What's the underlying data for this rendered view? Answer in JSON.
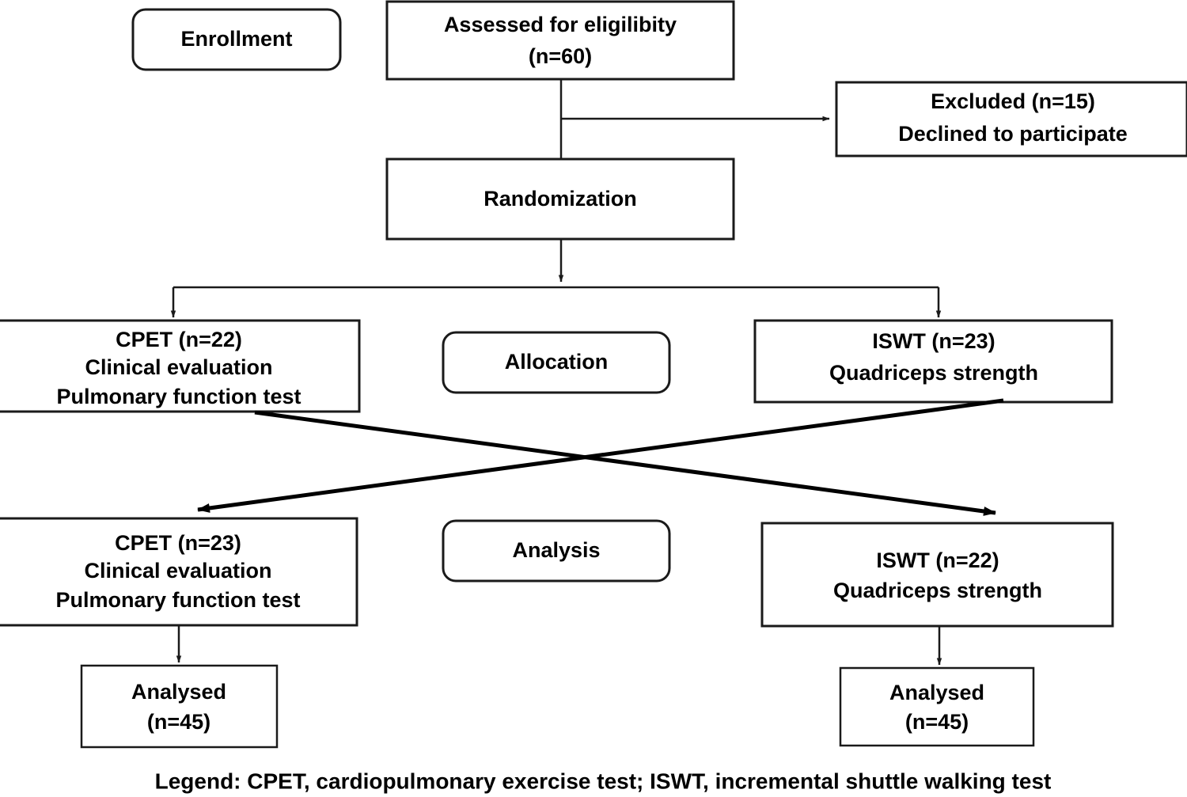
{
  "diagram": {
    "type": "consort-flow-diagram",
    "title": "CONSORT participant flow diagram",
    "colors": {
      "box_fill": "#ffffff",
      "box_stroke": "#1a1a1a",
      "text": "#000000",
      "background": "#ffffff"
    },
    "stages": [
      {
        "id": "enrollment",
        "label": "Enrollment"
      },
      {
        "id": "allocation",
        "label": "Allocation"
      },
      {
        "id": "analysis",
        "label": "Analysis"
      }
    ],
    "nodes": [
      {
        "id": "assessed",
        "lines": [
          "Assessed for eligilibity",
          "(n=60)"
        ],
        "n": 60
      },
      {
        "id": "excluded",
        "lines": [
          "Excluded (n=15)",
          "Declined to participate"
        ],
        "n": 15
      },
      {
        "id": "randomization",
        "lines": [
          "Randomization"
        ]
      },
      {
        "id": "alloc-left",
        "lines": [
          "CPET (n=22)",
          "Clinical evaluation",
          "Pulmonary function test"
        ],
        "n": 22
      },
      {
        "id": "alloc-right",
        "lines": [
          "ISWT (n=23)",
          "Quadriceps strength"
        ],
        "n": 23
      },
      {
        "id": "cross-left",
        "lines": [
          "CPET (n=23)",
          "Clinical evaluation",
          "Pulmonary function test"
        ],
        "n": 23
      },
      {
        "id": "cross-right",
        "lines": [
          "ISWT (n=22)",
          "Quadriceps strength"
        ],
        "n": 22
      },
      {
        "id": "analysed-left",
        "lines": [
          "Analysed",
          "(n=45)"
        ],
        "n": 45
      },
      {
        "id": "analysed-right",
        "lines": [
          "Analysed",
          "(n=45)"
        ],
        "n": 45
      }
    ],
    "legend": "Legend: CPET, cardiopulmonary exercise test; ISWT, incremental shuttle walking test",
    "abbreviations": [
      {
        "short": "CPET",
        "full": "cardiopulmonary exercise test"
      },
      {
        "short": "ISWT",
        "full": "incremental shuttle walking test"
      }
    ]
  },
  "text": {
    "enrollment_stage": "Enrollment",
    "allocation_stage": "Allocation",
    "analysis_stage": "Analysis",
    "assessed_l1": "Assessed for eligilibity",
    "assessed_l2": "(n=60)",
    "excluded_l1": "Excluded (n=15)",
    "excluded_l2": "Declined to participate",
    "randomization": "Randomization",
    "alloc_left_l1": "CPET (n=22)",
    "alloc_left_l2": "Clinical evaluation",
    "alloc_left_l3": "Pulmonary function test",
    "alloc_right_l1": "ISWT (n=23)",
    "alloc_right_l2": "Quadriceps strength",
    "cross_left_l1": "CPET (n=23)",
    "cross_left_l2": "Clinical evaluation",
    "cross_left_l3": "Pulmonary function test",
    "cross_right_l1": "ISWT (n=22)",
    "cross_right_l2": "Quadriceps strength",
    "analysed_left_l1": "Analysed",
    "analysed_left_l2": "(n=45)",
    "analysed_right_l1": "Analysed",
    "analysed_right_l2": "(n=45)",
    "legend": "Legend: CPET, cardiopulmonary exercise test; ISWT, incremental shuttle walking test"
  }
}
